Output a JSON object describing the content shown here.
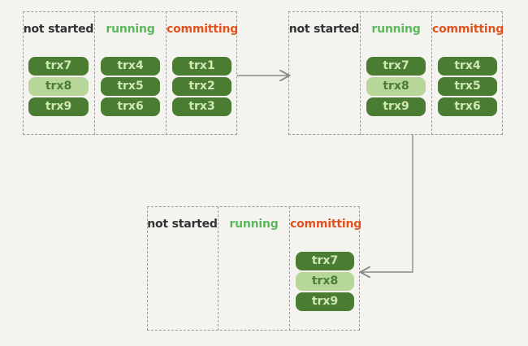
{
  "colors": {
    "not_started": "#333333",
    "running": "#5cb85c",
    "committing": "#e0531f",
    "trx_dark": "#4a7c32",
    "trx_light": "#b7d79a"
  },
  "stages": [
    {
      "columns": [
        {
          "title": "not started",
          "items": [
            "trx7",
            "trx8",
            "trx9"
          ]
        },
        {
          "title": "running",
          "items": [
            "trx4",
            "trx5",
            "trx6"
          ]
        },
        {
          "title": "committing",
          "items": [
            "trx1",
            "trx2",
            "trx3"
          ]
        }
      ]
    },
    {
      "columns": [
        {
          "title": "not started",
          "items": []
        },
        {
          "title": "running",
          "items": [
            "trx7",
            "trx8",
            "trx9"
          ]
        },
        {
          "title": "committing",
          "items": [
            "trx4",
            "trx5",
            "trx6"
          ]
        }
      ]
    },
    {
      "columns": [
        {
          "title": "not started",
          "items": []
        },
        {
          "title": "running",
          "items": []
        },
        {
          "title": "committing",
          "items": [
            "trx7",
            "trx8",
            "trx9"
          ]
        }
      ]
    }
  ]
}
